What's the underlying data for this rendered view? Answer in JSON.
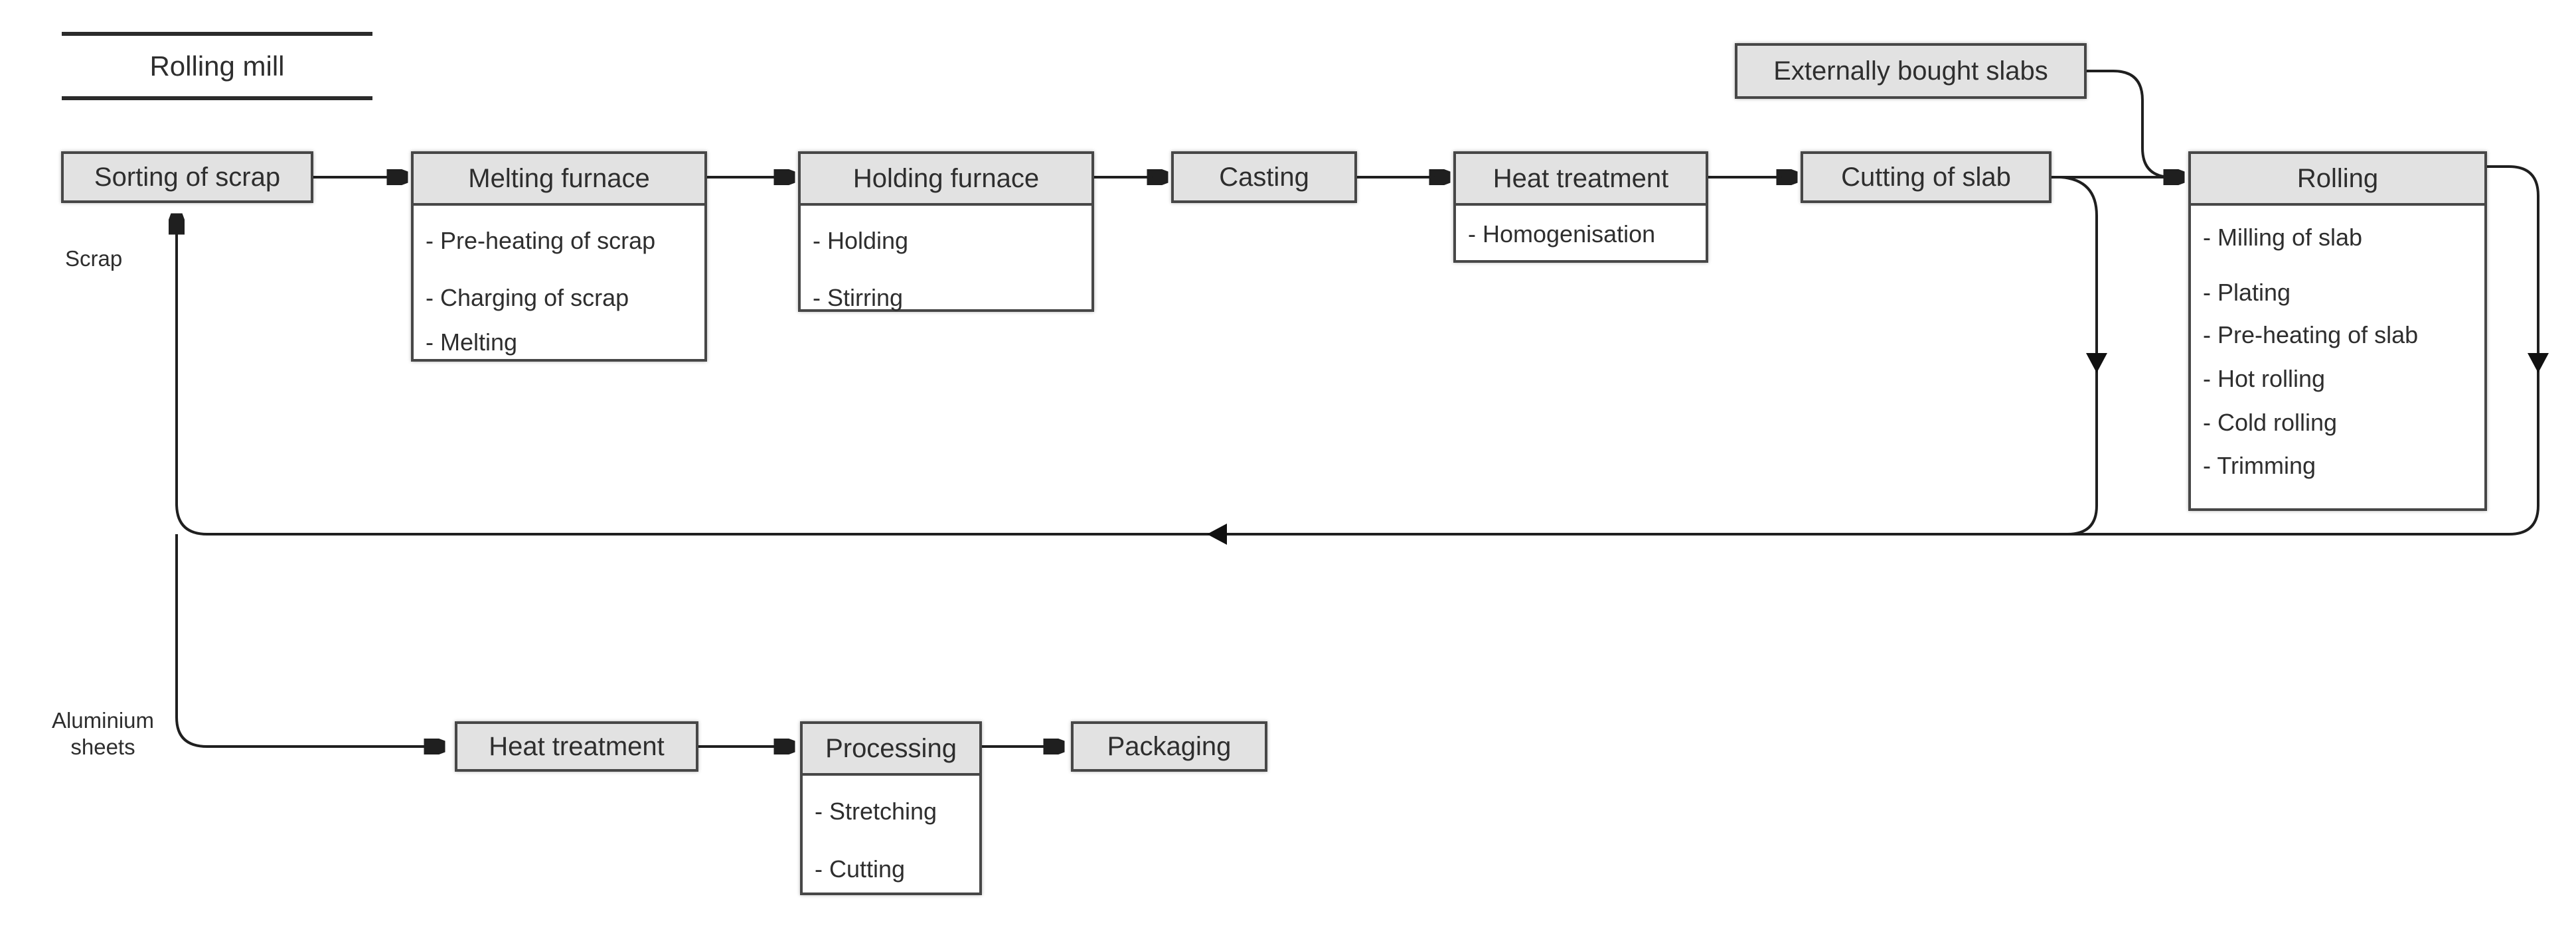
{
  "title": "Rolling mill",
  "labels": {
    "scrap": "Scrap",
    "aluminium_sheets": "Aluminium sheets"
  },
  "boxes": {
    "sorting": {
      "label": "Sorting of scrap"
    },
    "melting": {
      "label": "Melting furnace",
      "items": [
        "- Pre-heating of scrap",
        "- Charging of scrap",
        "- Melting"
      ]
    },
    "holding": {
      "label": "Holding furnace",
      "items": [
        "- Holding",
        "- Stirring"
      ]
    },
    "casting": {
      "label": "Casting"
    },
    "heat_treatment_top": {
      "label": "Heat treatment",
      "items": [
        "- Homogenisation"
      ]
    },
    "cutting": {
      "label": "Cutting of slab"
    },
    "external_slabs": {
      "label": "Externally bought slabs"
    },
    "rolling": {
      "label": "Rolling",
      "items": [
        "- Milling of slab",
        "- Plating",
        "- Pre-heating of slab",
        "- Hot rolling",
        "- Cold rolling",
        "- Trimming"
      ]
    },
    "heat_treatment_bottom": {
      "label": "Heat treatment"
    },
    "processing": {
      "label": "Processing",
      "items": [
        "- Stretching",
        "- Cutting"
      ]
    },
    "packaging": {
      "label": "Packaging"
    }
  },
  "connections": [
    {
      "from": "Scrap",
      "to": "Sorting of scrap"
    },
    {
      "from": "Sorting of scrap",
      "to": "Melting furnace"
    },
    {
      "from": "Melting furnace",
      "to": "Holding furnace"
    },
    {
      "from": "Holding furnace",
      "to": "Casting"
    },
    {
      "from": "Casting",
      "to": "Heat treatment"
    },
    {
      "from": "Heat treatment",
      "to": "Cutting of slab"
    },
    {
      "from": "Cutting of slab",
      "to": "Rolling"
    },
    {
      "from": "Externally bought slabs",
      "to": "Rolling"
    },
    {
      "from": "Cutting of slab",
      "to": "Sorting of scrap",
      "note": "scrap return"
    },
    {
      "from": "Rolling",
      "to": "Sorting of scrap",
      "note": "scrap return"
    },
    {
      "from": "Aluminium sheets",
      "to": "Heat treatment (sheet line)"
    },
    {
      "from": "Heat treatment (sheet line)",
      "to": "Processing"
    },
    {
      "from": "Processing",
      "to": "Packaging"
    }
  ],
  "colors": {
    "background": "#ffffff",
    "box_fill": "#e2e2e2",
    "box_border": "#474747",
    "line": "#1f1f1f",
    "text": "#2e2e2e"
  }
}
